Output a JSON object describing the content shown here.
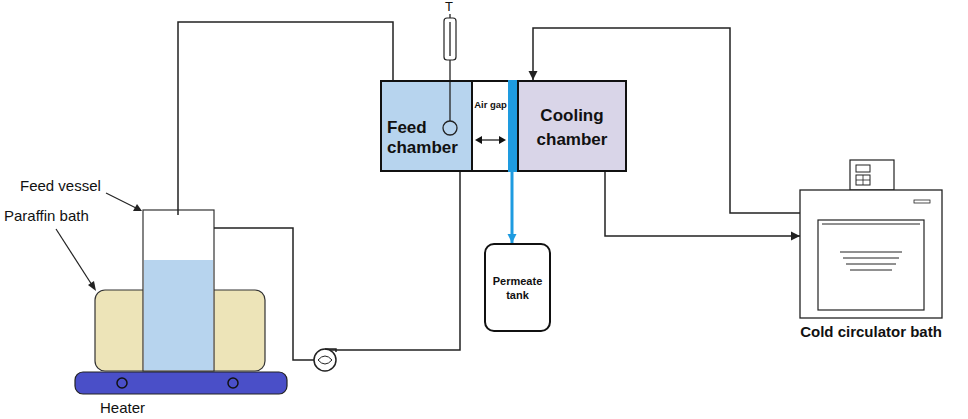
{
  "diagram": {
    "nodes": [
      {
        "text": [
          "Feed chamber"
        ]
      },
      {
        "text": [
          "Air gap"
        ]
      },
      {
        "text": [
          "Cooling chamber"
        ]
      },
      {
        "text": [
          "Permeate tank"
        ]
      },
      {
        "text": [
          "Cold circulator bath"
        ]
      }
    ],
    "edges": [
      {
        "from": 4,
        "to": 2,
        "arrow": "to"
      },
      {
        "from": 2,
        "to": 4,
        "arrow": "to"
      },
      {
        "from": 1,
        "to": 3,
        "arrow": "to"
      }
    ],
    "labels": [
      "Feed vessel",
      "Paraffin bath",
      "Heater",
      "T"
    ]
  }
}
